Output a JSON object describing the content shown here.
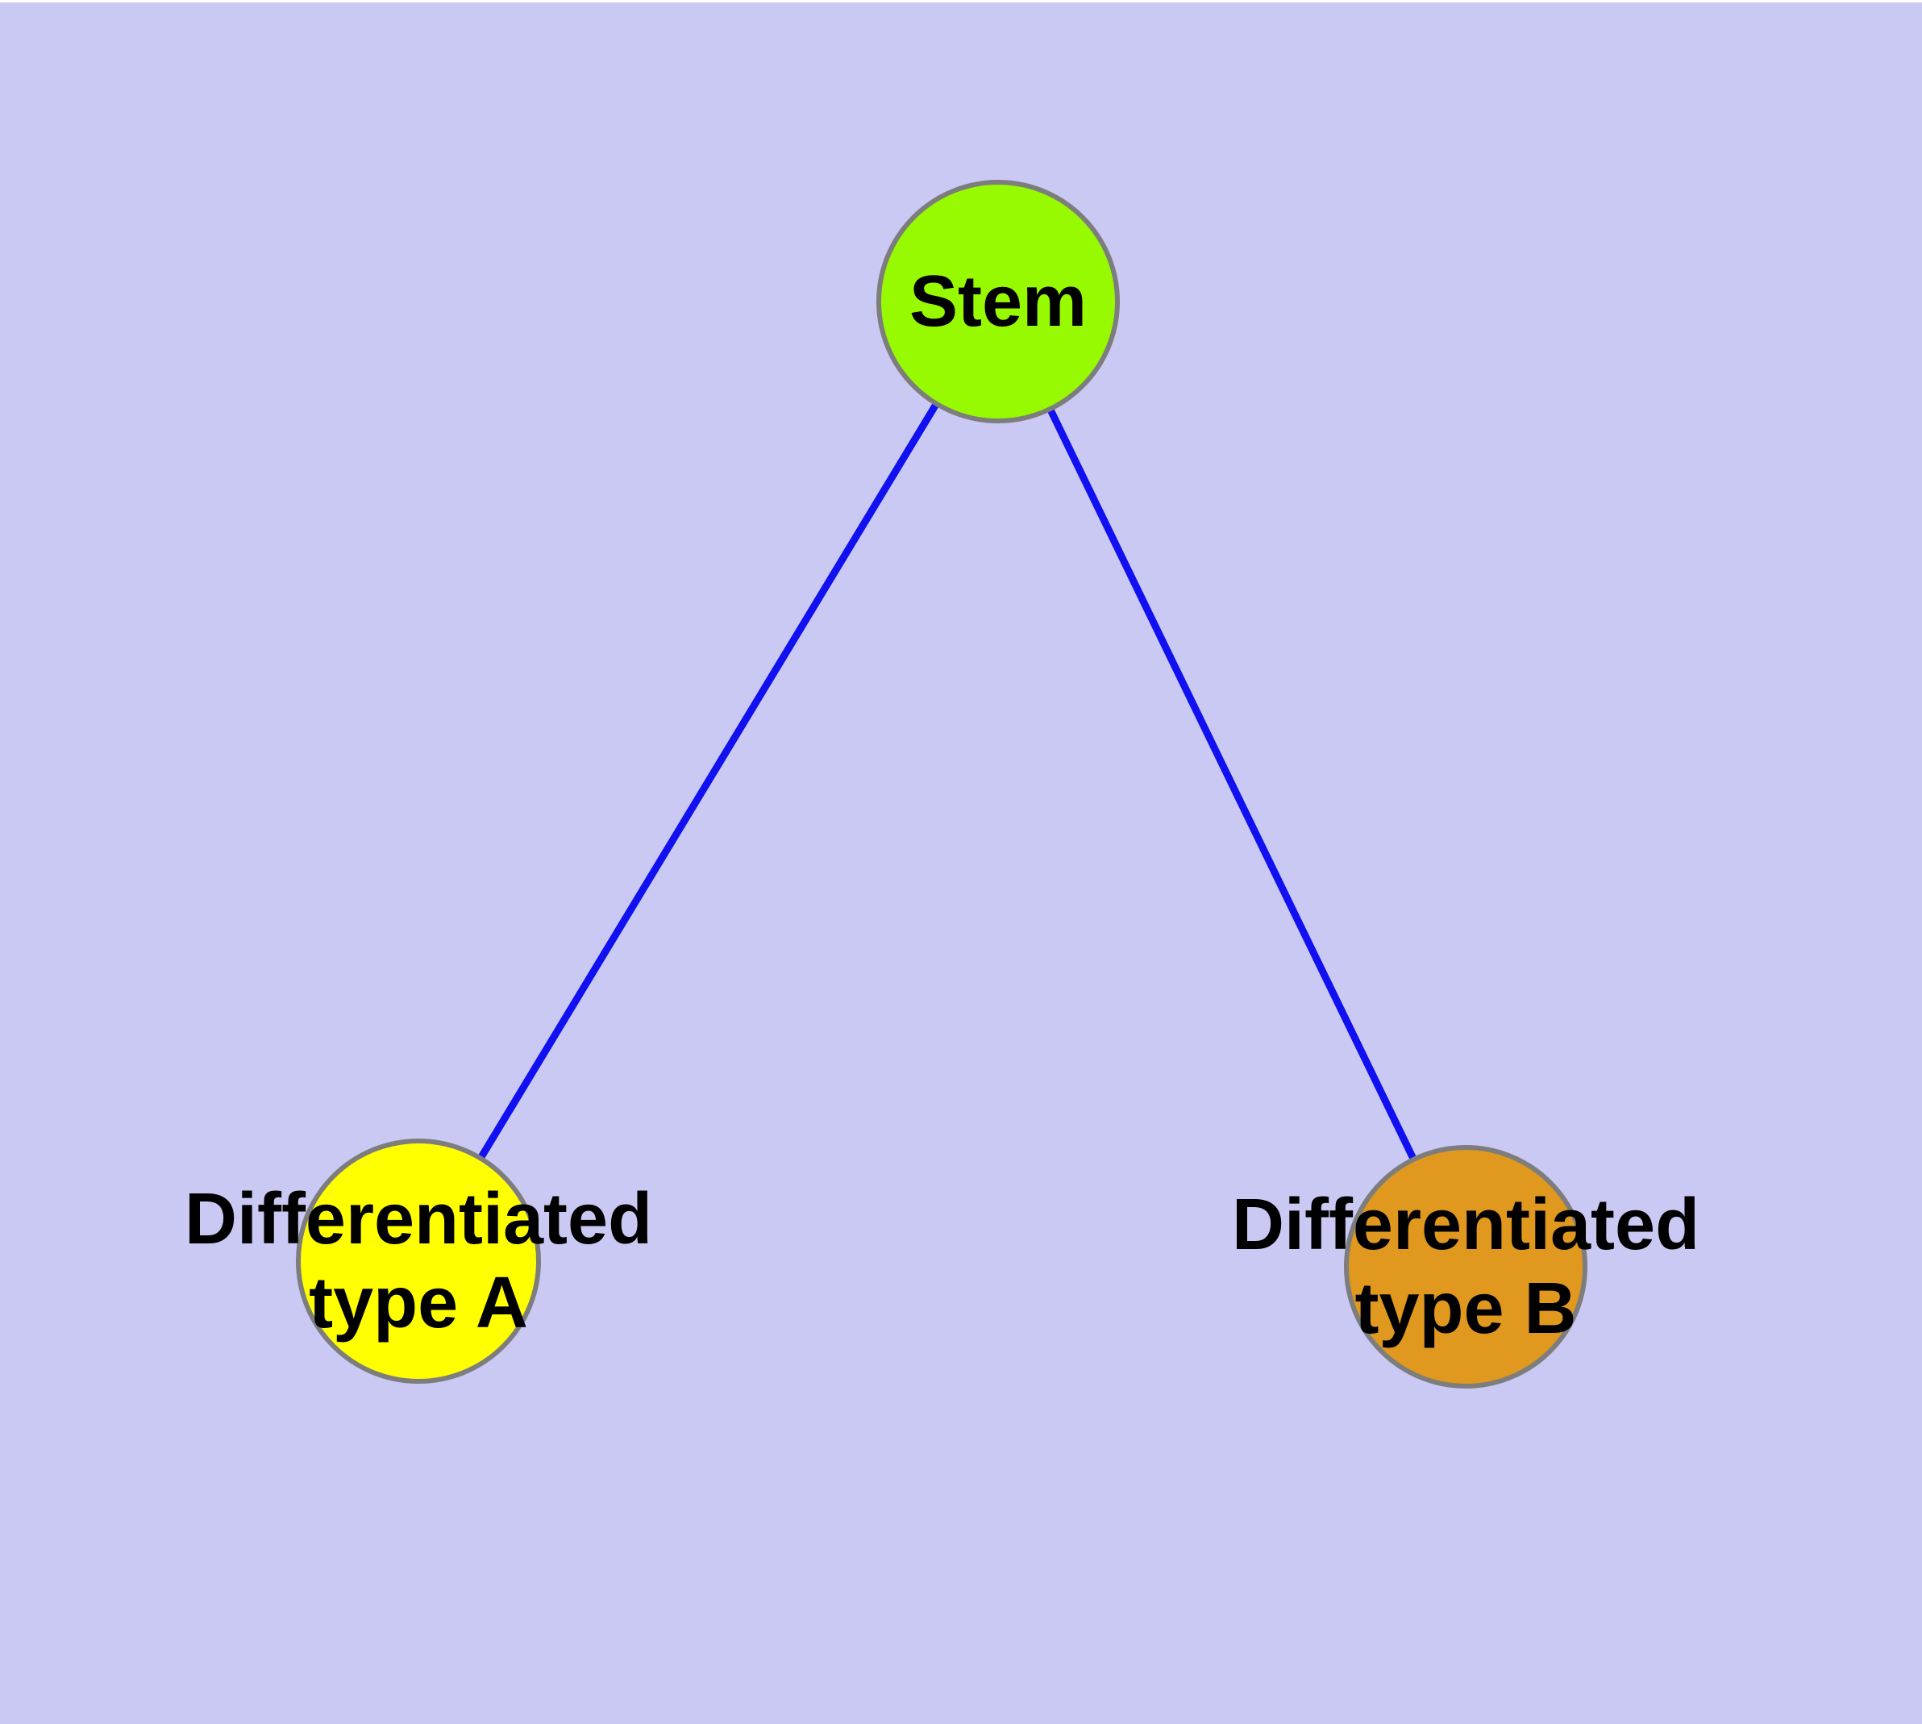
{
  "diagram": {
    "type": "graph",
    "nodes": [
      {
        "id": "stem",
        "label": "Stem",
        "label_lines": [
          "Stem"
        ],
        "fill": "#97fa00"
      },
      {
        "id": "type-a",
        "label": "Differentiated type A",
        "label_lines": [
          "Differentiated",
          "type A"
        ],
        "fill": "#ffff00"
      },
      {
        "id": "type-b",
        "label": "Differentiated type B",
        "label_lines": [
          "Differentiated",
          "type B"
        ],
        "fill": "#e0981e"
      }
    ],
    "edges": [
      {
        "from": "stem",
        "to": "type-a"
      },
      {
        "from": "stem",
        "to": "type-b"
      }
    ],
    "colors": {
      "background": "#c9c9f4",
      "top_strip": "#ffffff",
      "edge": "#1010f0",
      "node_border": "#7d7d7d",
      "text": "#000000"
    }
  }
}
